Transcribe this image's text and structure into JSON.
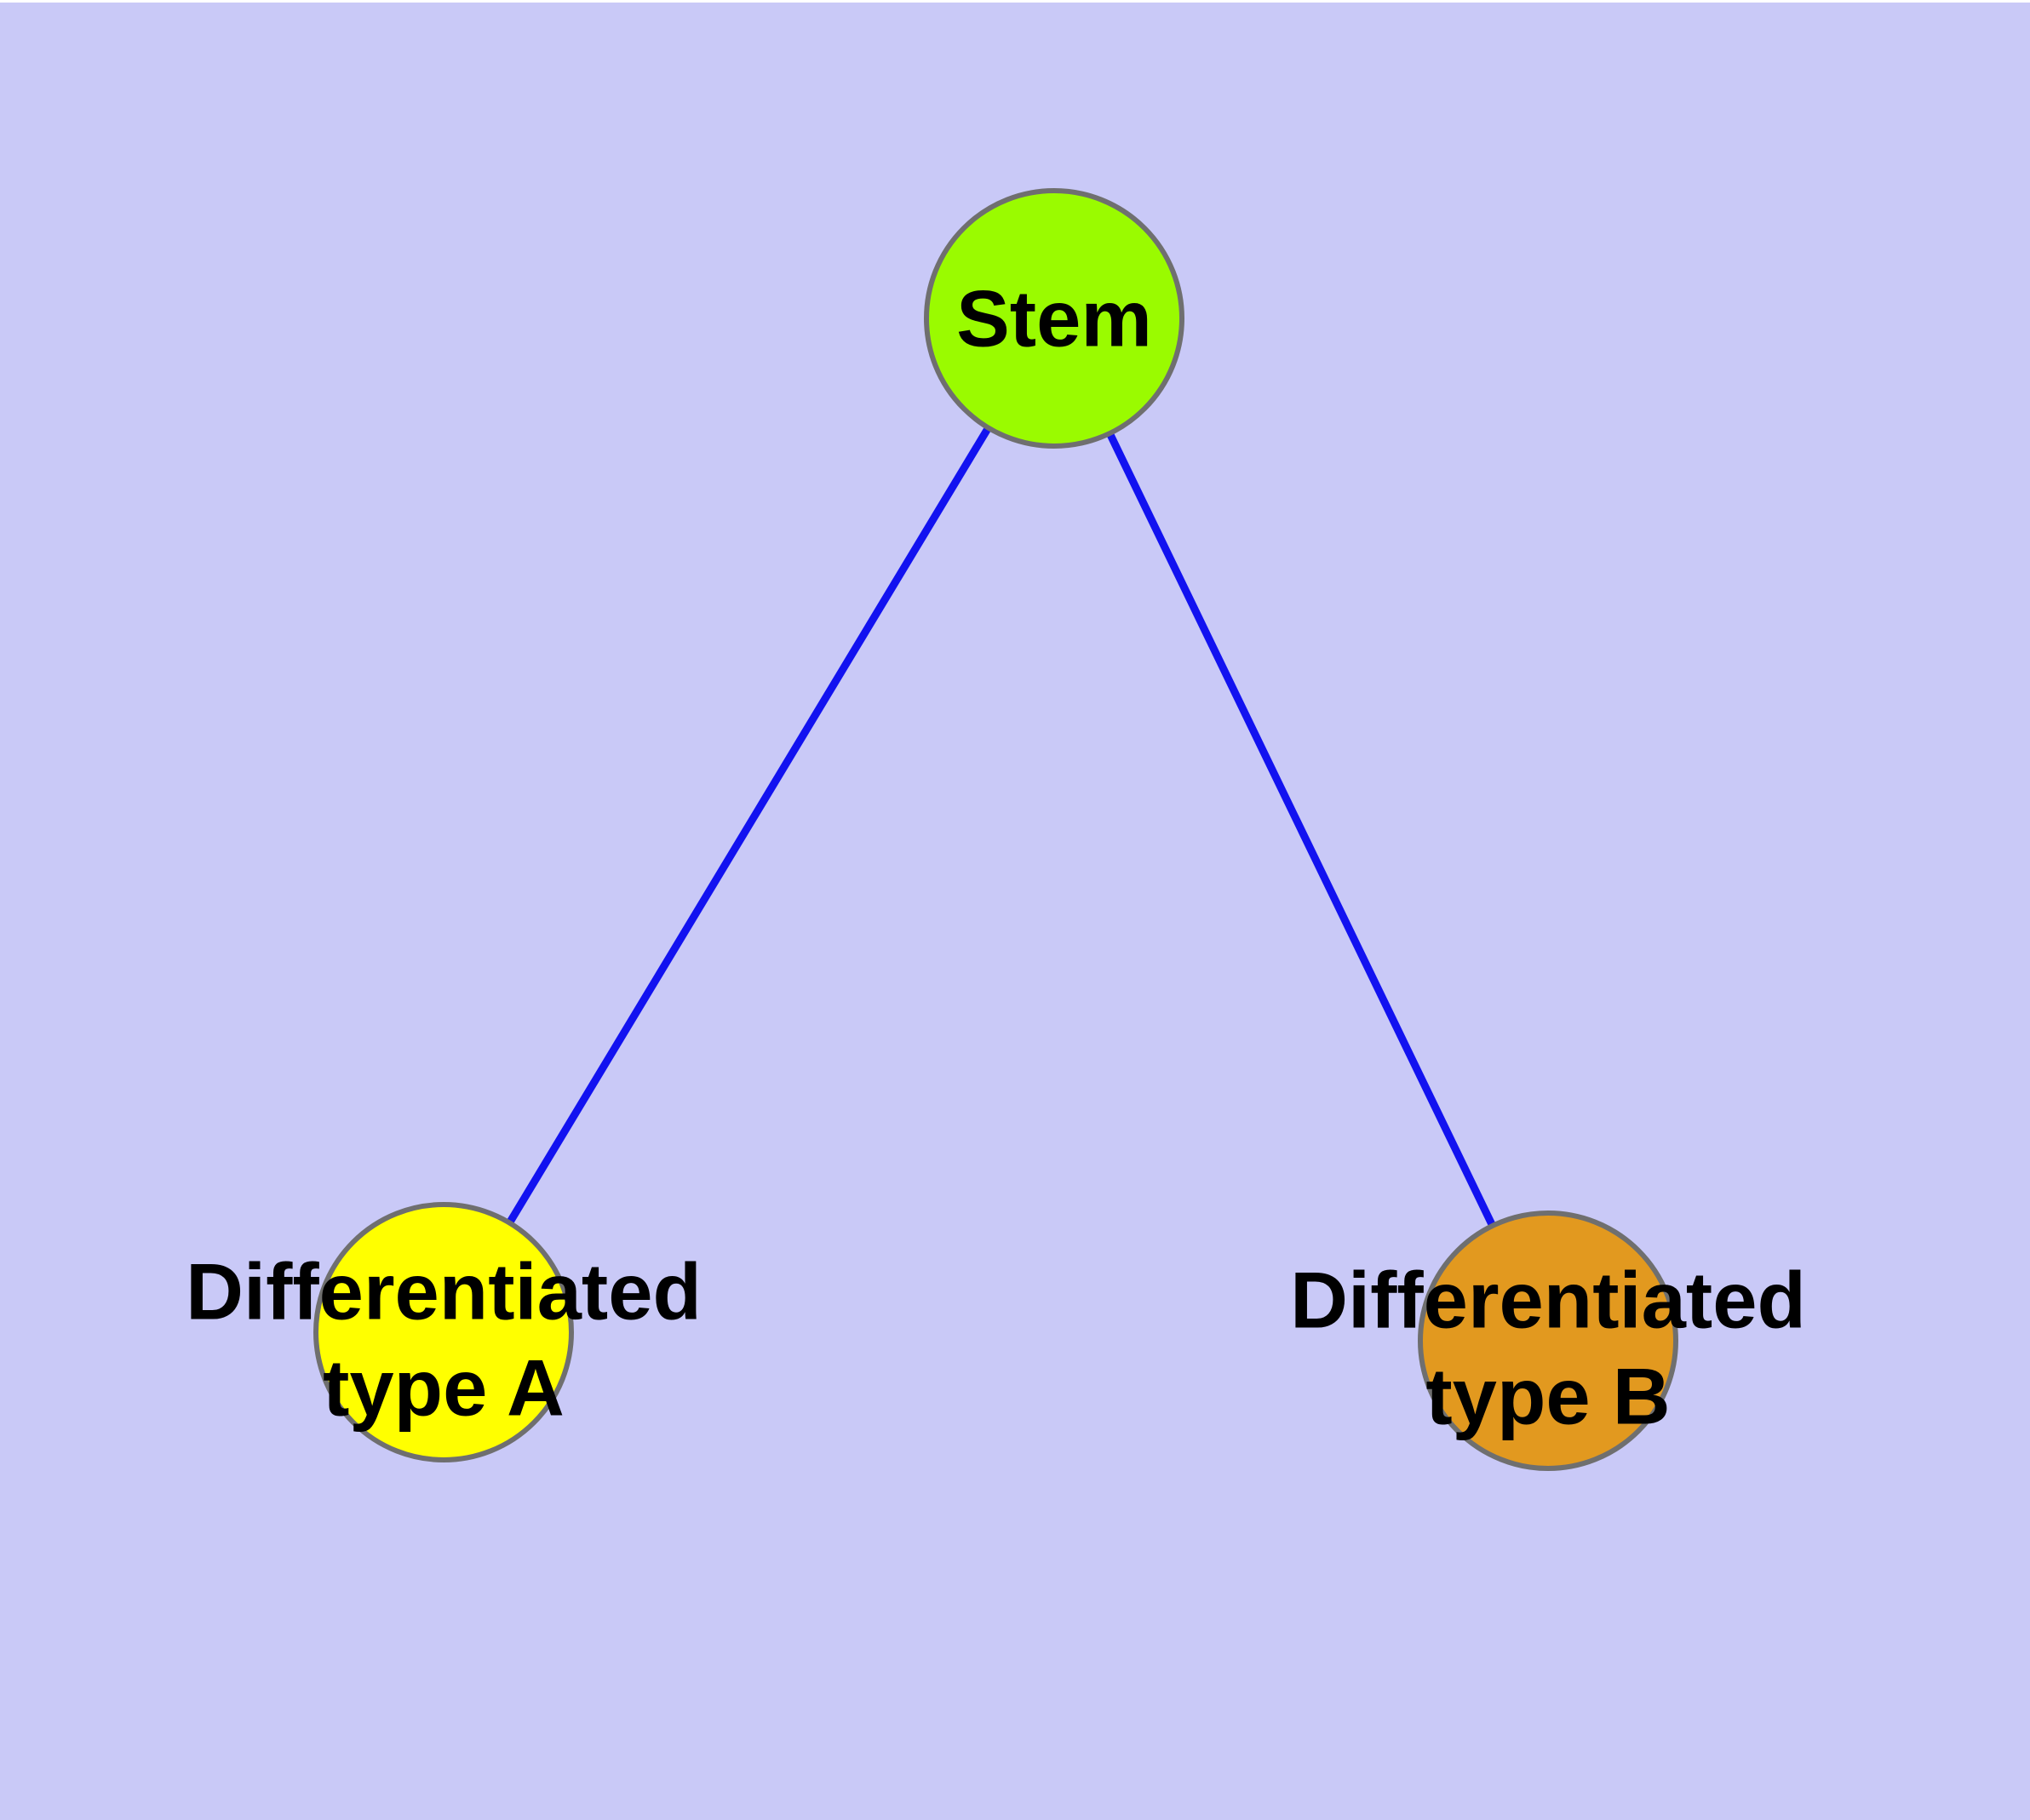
{
  "figure": {
    "background_color": "#C9C9F7",
    "top_margin_color": "#FFFFFF",
    "edge_color": "#1212F0",
    "node_border_color": "#6F6F6F",
    "label_color": "#000000"
  },
  "nodes": [
    {
      "id": "stem",
      "label": "Stem",
      "color": "#9AFB00"
    },
    {
      "id": "differentiated-type-a",
      "label": "Differentiated type A",
      "label_line1": "Differentiated",
      "label_line2": "type A",
      "color": "#FFFF00"
    },
    {
      "id": "differentiated-type-b",
      "label": "Differentiated type B",
      "label_line1": "Differentiated",
      "label_line2": "type B",
      "color": "#E2991F"
    }
  ],
  "edges": [
    {
      "from": "stem",
      "to": "differentiated-type-a"
    },
    {
      "from": "stem",
      "to": "differentiated-type-b"
    }
  ]
}
